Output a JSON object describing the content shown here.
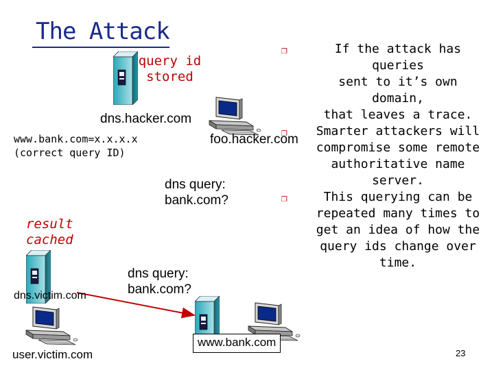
{
  "slide": {
    "title": "The Attack",
    "page_number": "23"
  },
  "diagram": {
    "query_id_label": "query id\nstored",
    "dns_hacker_label": "dns.hacker.com",
    "foo_hacker_label": "foo.hacker.com",
    "forged_answer": "www.bank.com=x.x.x.x\n(correct query ID)",
    "dns_query_1": "dns query:\nbank.com?",
    "result_cached": "result\ncached",
    "dns_query_2": "dns query:\nbank.com?",
    "dns_victim_label": "dns.victim.com",
    "user_victim_label": "user.victim.com",
    "www_bank_label": "www.bank.com",
    "arrow_color": "#c00000"
  },
  "bullets": [
    "If the attack has queries sent to it’s own domain, that leaves a trace.",
    "Smarter attackers will compromise some remote authoritative name server.",
    "This querying can be repeated many times to get an idea of how the query ids change over time."
  ],
  "bullet_lines": [
    [
      "If the attack has queries",
      "sent to it’s own domain,",
      "that leaves a trace."
    ],
    [
      "Smarter attackers will",
      "compromise some remote",
      "authoritative name",
      "server."
    ],
    [
      "This querying can  be",
      "repeated many times to",
      "get an idea of how the",
      "query ids change over",
      "time."
    ]
  ]
}
